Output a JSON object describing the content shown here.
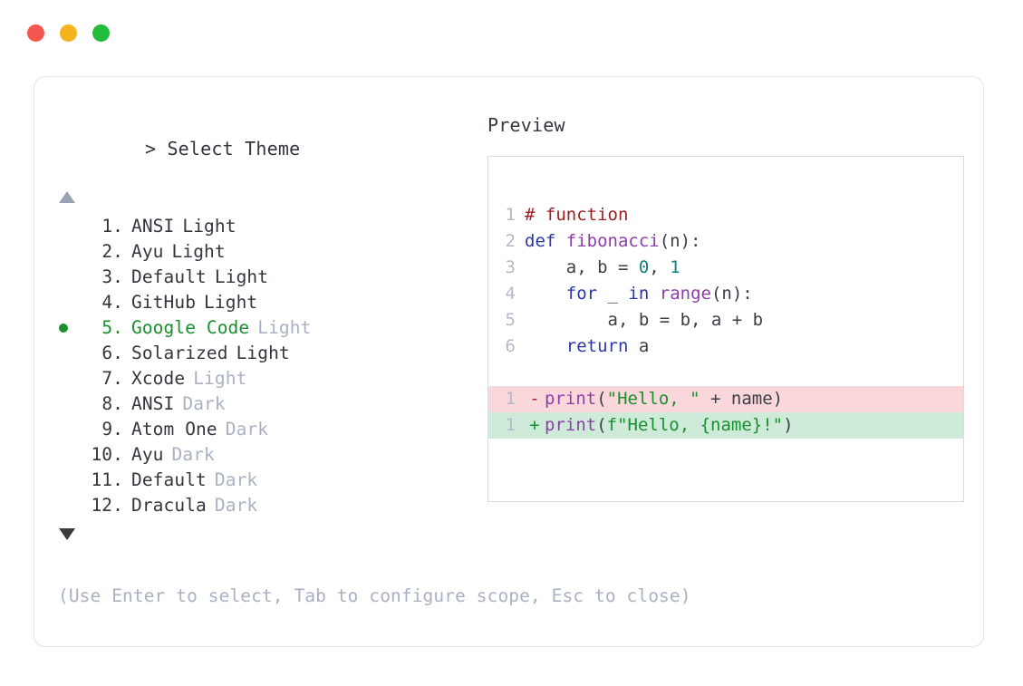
{
  "window": {
    "dots": [
      {
        "name": "close-dot",
        "color": "#f4574f"
      },
      {
        "name": "minimize-dot",
        "color": "#f6b320"
      },
      {
        "name": "maximize-dot",
        "color": "#22bb3b"
      }
    ]
  },
  "left": {
    "prompt_caret": ">",
    "prompt_title": "Select Theme",
    "scroll_up_icon": "triangle-up",
    "scroll_down_icon": "triangle-down",
    "selected_index": 5,
    "items": [
      {
        "index": "1.",
        "name": "ANSI",
        "variant": "Light",
        "variant_muted": false,
        "selected": false
      },
      {
        "index": "2.",
        "name": "Ayu",
        "variant": "Light",
        "variant_muted": false,
        "selected": false
      },
      {
        "index": "3.",
        "name": "Default",
        "variant": "Light",
        "variant_muted": false,
        "selected": false
      },
      {
        "index": "4.",
        "name": "GitHub",
        "variant": "Light",
        "variant_muted": false,
        "selected": false
      },
      {
        "index": "5.",
        "name": "Google Code",
        "variant": "Light",
        "variant_muted": true,
        "selected": true
      },
      {
        "index": "6.",
        "name": "Solarized",
        "variant": "Light",
        "variant_muted": false,
        "selected": false
      },
      {
        "index": "7.",
        "name": "Xcode",
        "variant": "Light",
        "variant_muted": true,
        "selected": false
      },
      {
        "index": "8.",
        "name": "ANSI",
        "variant": "Dark",
        "variant_muted": true,
        "selected": false
      },
      {
        "index": "9.",
        "name": "Atom One",
        "variant": "Dark",
        "variant_muted": true,
        "selected": false
      },
      {
        "index": "10.",
        "name": "Ayu",
        "variant": "Dark",
        "variant_muted": true,
        "selected": false
      },
      {
        "index": "11.",
        "name": "Default",
        "variant": "Dark",
        "variant_muted": true,
        "selected": false
      },
      {
        "index": "12.",
        "name": "Dracula",
        "variant": "Dark",
        "variant_muted": true,
        "selected": false
      }
    ],
    "hint": "(Use Enter to select, Tab to configure scope, Esc to close)"
  },
  "right": {
    "preview_label": "Preview",
    "code_lines": [
      {
        "num": "1",
        "tokens": [
          {
            "t": "# function",
            "c": "tok-comment"
          }
        ]
      },
      {
        "num": "2",
        "tokens": [
          {
            "t": "def ",
            "c": "tok-keyword"
          },
          {
            "t": "fibonacci",
            "c": "tok-func"
          },
          {
            "t": "(n):",
            "c": "tok-punct"
          }
        ]
      },
      {
        "num": "3",
        "tokens": [
          {
            "t": "    a, b = ",
            "c": "tok-plain"
          },
          {
            "t": "0",
            "c": "tok-number"
          },
          {
            "t": ", ",
            "c": "tok-plain"
          },
          {
            "t": "1",
            "c": "tok-number"
          }
        ]
      },
      {
        "num": "4",
        "tokens": [
          {
            "t": "    ",
            "c": "tok-plain"
          },
          {
            "t": "for",
            "c": "tok-keyword"
          },
          {
            "t": " _ ",
            "c": "tok-plain"
          },
          {
            "t": "in",
            "c": "tok-keyword"
          },
          {
            "t": " ",
            "c": "tok-plain"
          },
          {
            "t": "range",
            "c": "tok-builtin"
          },
          {
            "t": "(n):",
            "c": "tok-punct"
          }
        ]
      },
      {
        "num": "5",
        "tokens": [
          {
            "t": "        a, b = b, a + b",
            "c": "tok-plain"
          }
        ]
      },
      {
        "num": "6",
        "tokens": [
          {
            "t": "    ",
            "c": "tok-plain"
          },
          {
            "t": "return",
            "c": "tok-keyword"
          },
          {
            "t": " a",
            "c": "tok-plain"
          }
        ]
      }
    ],
    "diff_lines": [
      {
        "num": "1",
        "kind": "del",
        "marker": "-",
        "tokens": [
          {
            "t": "print",
            "c": "tok-func"
          },
          {
            "t": "(",
            "c": "tok-punct"
          },
          {
            "t": "\"Hello, \"",
            "c": "tok-string"
          },
          {
            "t": " + name)",
            "c": "tok-plain"
          }
        ]
      },
      {
        "num": "1",
        "kind": "add",
        "marker": "+",
        "tokens": [
          {
            "t": "print",
            "c": "tok-func"
          },
          {
            "t": "(",
            "c": "tok-punct"
          },
          {
            "t": "f\"Hello, {name}!\"",
            "c": "tok-string"
          },
          {
            "t": ")",
            "c": "tok-punct"
          }
        ]
      }
    ]
  },
  "colors": {
    "accent_green": "#1a8f2e",
    "muted_text": "#a9b1c2",
    "body_text": "#33373d",
    "diff_del_bg": "#f9d7db",
    "diff_add_bg": "#cdebd8",
    "panel_border": "#d7dbe3",
    "card_border": "#e2e5ea"
  }
}
